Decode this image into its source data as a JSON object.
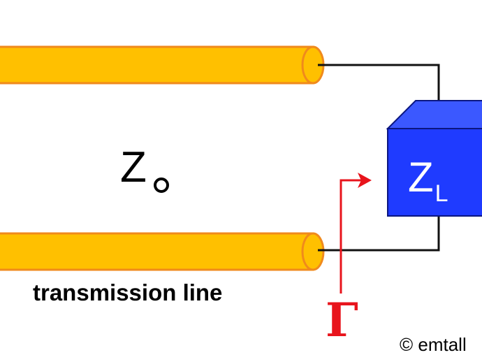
{
  "line": {
    "impedance_symbol": "Z",
    "caption": "transmission line"
  },
  "load": {
    "impedance_symbol": "Z",
    "impedance_subscript": "L"
  },
  "reflection": {
    "symbol": "Γ"
  },
  "credit": "© emtall",
  "colors": {
    "conductor_fill": "#ffc000",
    "conductor_edge": "#f08a1c",
    "load_front": "#1f3bff",
    "load_top": "#3b58ff",
    "load_side": "#1427d8",
    "load_edge": "#0b1680",
    "wire": "#111111",
    "arrow": "#e8141c",
    "text": "#000000",
    "load_text": "#ffffff"
  }
}
